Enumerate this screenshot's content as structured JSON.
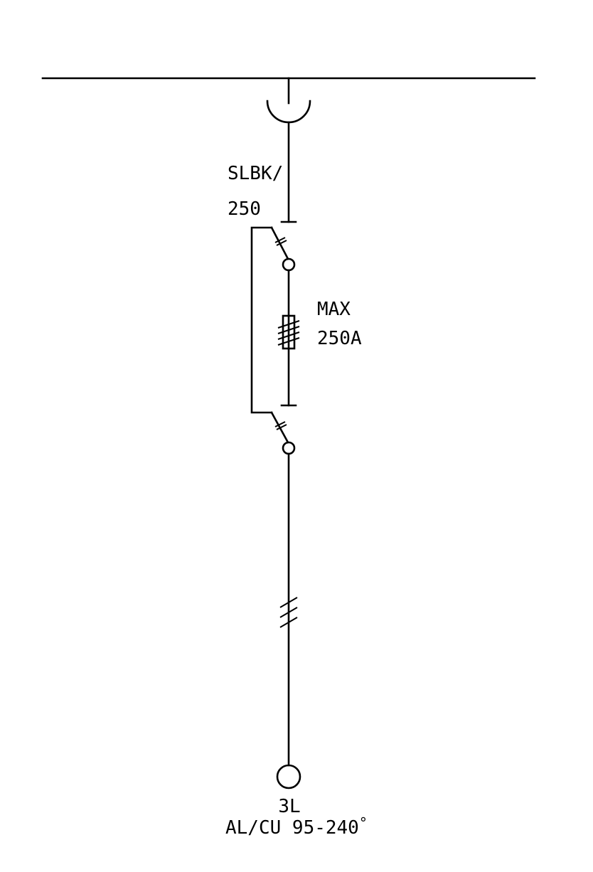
{
  "diagram": {
    "switch_type": "SLBK/",
    "switch_rating": "250",
    "fuse_label_line1": "MAX",
    "fuse_label_line2": "250A",
    "cable_phases": "3L",
    "cable_spec": "AL/CU 95-240",
    "cable_spec_mark": "°"
  }
}
